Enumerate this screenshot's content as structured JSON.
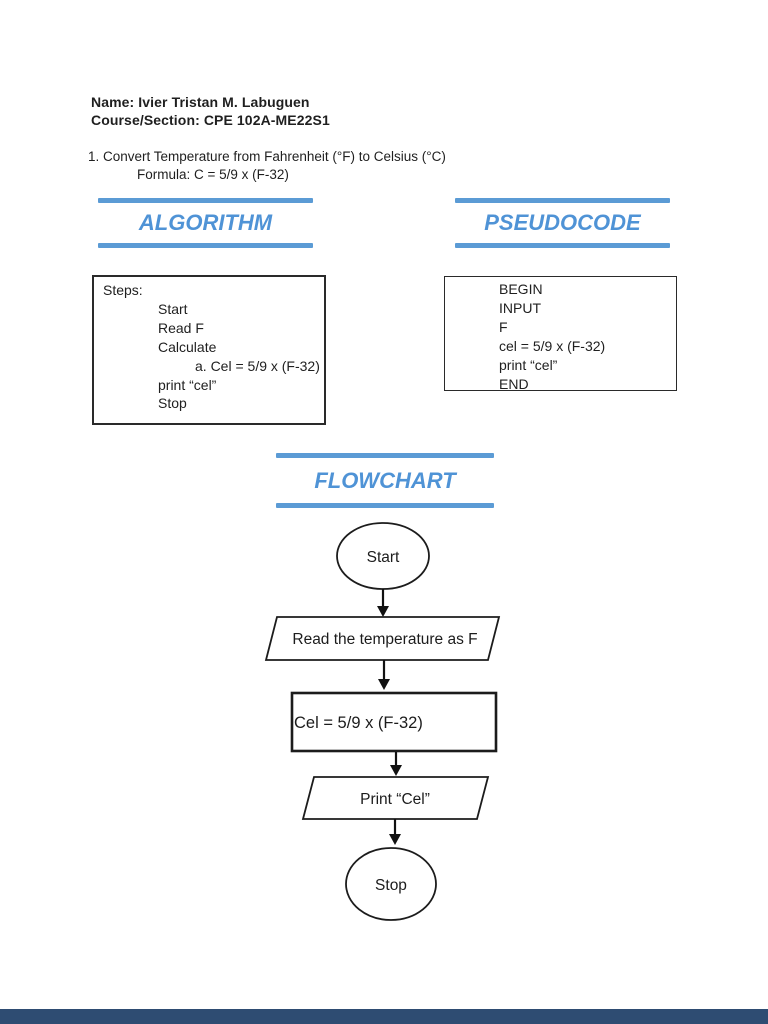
{
  "document": {
    "header": {
      "name_line": "Name: Ivier Tristan M. Labuguen",
      "course_line": "Course/Section: CPE 102A-ME22S1",
      "problem_line": "1. Convert Temperature from Fahrenheit (°F) to Celsius (°C)",
      "formula_line": "Formula: C = 5/9 x (F-32)"
    },
    "sections": {
      "algorithm_title": "ALGORITHM",
      "pseudocode_title": "PSEUDOCODE",
      "flowchart_title": "FLOWCHART"
    },
    "algorithm_box": {
      "label": "Steps:",
      "steps": [
        "Start",
        "Read F",
        "Calculate",
        "a. Cel = 5/9 x (F-32)",
        "print “cel”",
        "Stop"
      ]
    },
    "pseudocode_box": {
      "lines": [
        "BEGIN",
        "INPUT",
        "F",
        "cel = 5/9 x (F-32)",
        "print “cel”",
        "END"
      ]
    },
    "flowchart": {
      "nodes": [
        {
          "type": "terminator",
          "label": "Start"
        },
        {
          "type": "input-output",
          "label": "Read the temperature as F"
        },
        {
          "type": "process",
          "label": "Cel = 5/9 x (F-32)"
        },
        {
          "type": "input-output",
          "label": "Print “Cel”"
        },
        {
          "type": "terminator",
          "label": "Stop"
        }
      ]
    },
    "colors": {
      "accent_blue": "#5B9BD5",
      "text": "#1f1f1f",
      "footer_bar": "#2e4c72"
    }
  }
}
